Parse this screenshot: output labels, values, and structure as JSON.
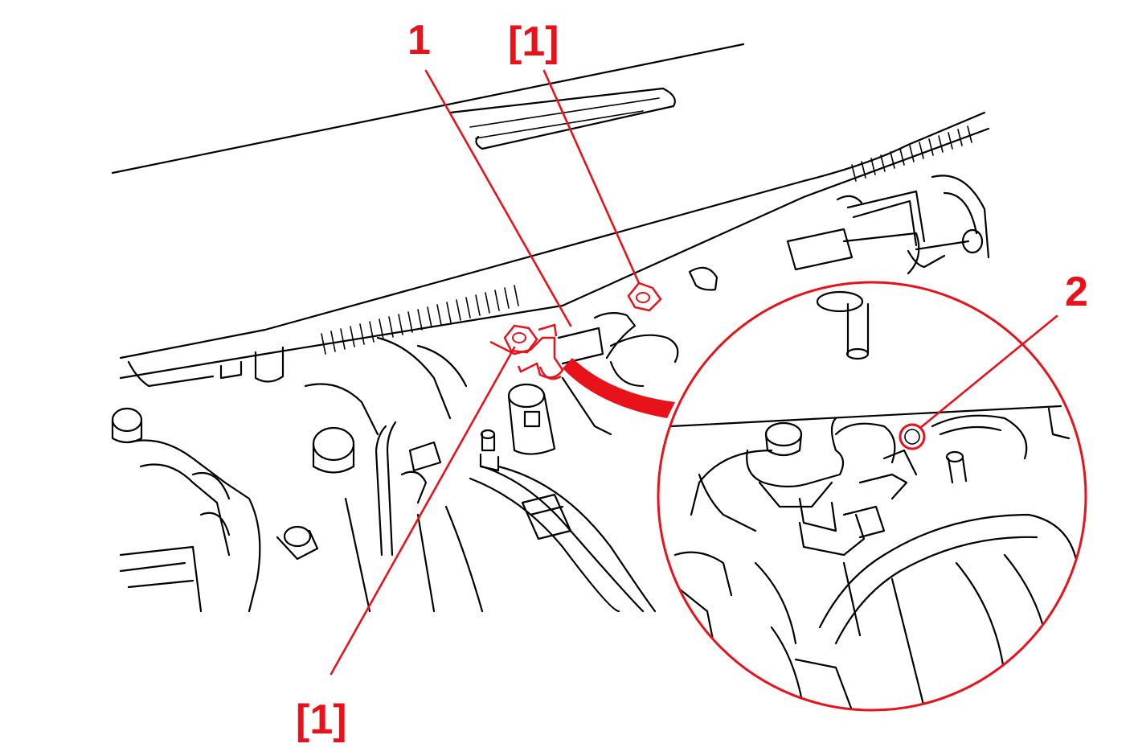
{
  "colors": {
    "line_art": "#000000",
    "callout": "#e8121b",
    "background": "#ffffff"
  },
  "callouts": {
    "label_1": "1",
    "label_bracket_top": "[1]",
    "label_bracket_bottom": "[1]",
    "label_2": "2"
  }
}
